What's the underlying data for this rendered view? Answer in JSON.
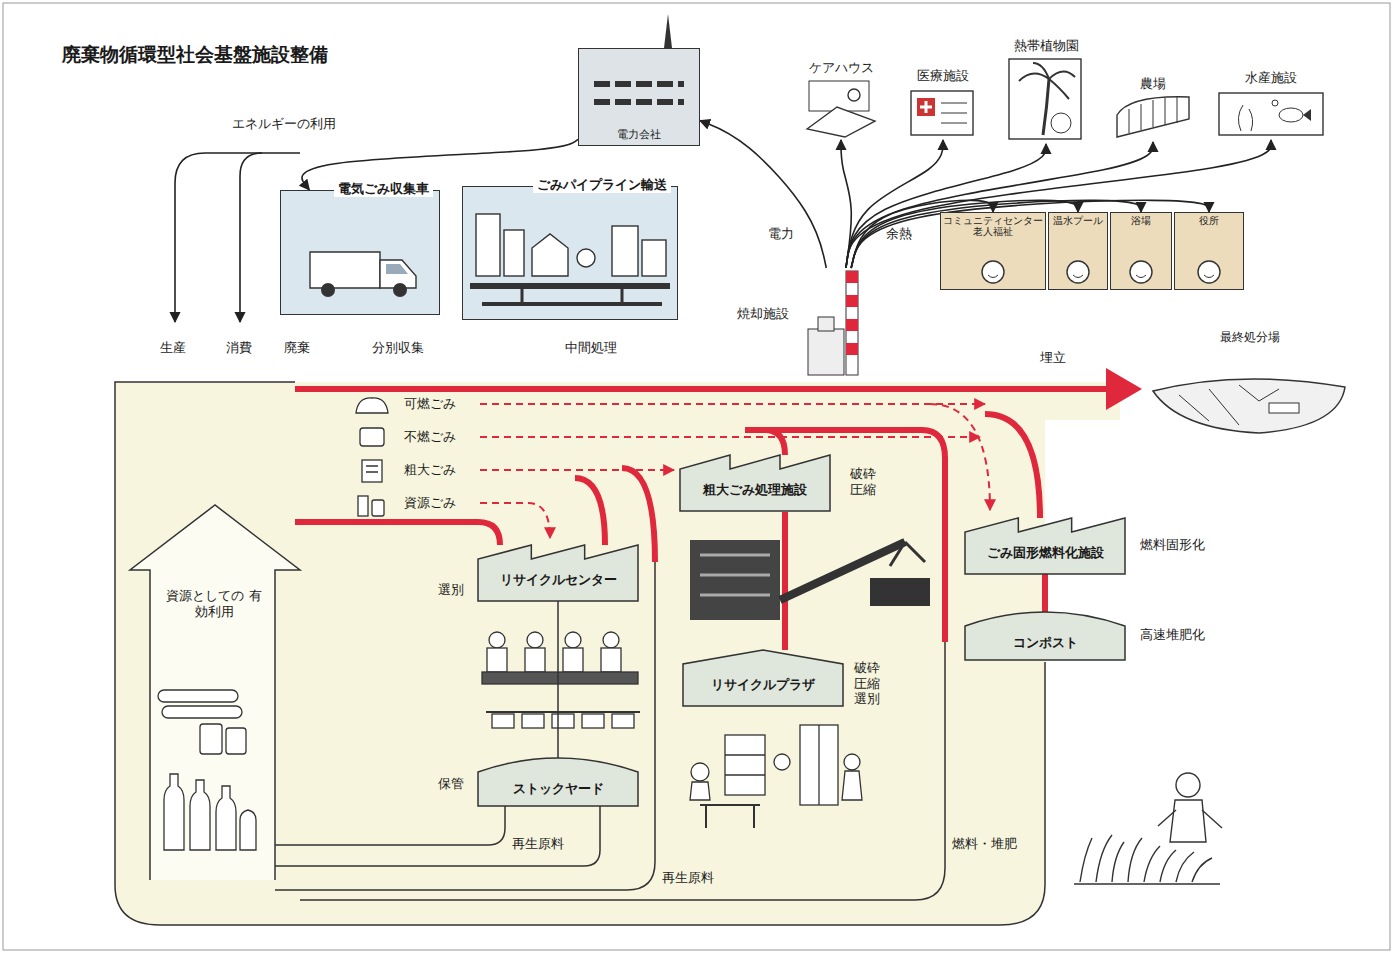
{
  "diagram": {
    "title": "廃棄物循環型社会基盤施設整備",
    "nodes": [
      {
        "text": [
          "電力会社"
        ]
      },
      {
        "text": [
          "電気ごみ収集車"
        ]
      },
      {
        "text": [
          "ごみパイプライン輸送"
        ]
      },
      {
        "text": [
          "ケアハウス"
        ]
      },
      {
        "text": [
          "医療施設"
        ]
      },
      {
        "text": [
          "熱帯植物園"
        ]
      },
      {
        "text": [
          "農場"
        ]
      },
      {
        "text": [
          "水産施設"
        ]
      },
      {
        "text": [
          "コミュニティセンター 老人福祉"
        ]
      },
      {
        "text": [
          "温水プール"
        ]
      },
      {
        "text": [
          "浴場"
        ]
      },
      {
        "text": [
          "役所"
        ]
      },
      {
        "text": [
          "焼却施設"
        ]
      },
      {
        "text": [
          "最終処分場"
        ]
      },
      {
        "text": [
          "粗大ごみ処理施設"
        ]
      },
      {
        "text": [
          "リサイクルセンター"
        ]
      },
      {
        "text": [
          "ストックヤード"
        ]
      },
      {
        "text": [
          "リサイクルプラザ"
        ]
      },
      {
        "text": [
          "ごみ固形燃料化施設"
        ]
      },
      {
        "text": [
          "コンポスト"
        ]
      }
    ],
    "edges": [
      {
        "from": 12,
        "to": 0,
        "arrow": "to"
      },
      {
        "from": 0,
        "to": 1,
        "arrow": "to"
      },
      {
        "from": 12,
        "to": 3,
        "arrow": "to"
      },
      {
        "from": 12,
        "to": 4,
        "arrow": "to"
      },
      {
        "from": 12,
        "to": 5,
        "arrow": "to"
      },
      {
        "from": 12,
        "to": 6,
        "arrow": "to"
      },
      {
        "from": 12,
        "to": 7,
        "arrow": "to"
      },
      {
        "from": 12,
        "to": 8,
        "arrow": "to"
      },
      {
        "from": 12,
        "to": 9,
        "arrow": "to"
      },
      {
        "from": 12,
        "to": 10,
        "arrow": "to"
      },
      {
        "from": 12,
        "to": 11,
        "arrow": "to"
      },
      {
        "from": 15,
        "to": 16,
        "arrow": "none"
      },
      {
        "from": 18,
        "to": 19,
        "arrow": "none"
      }
    ],
    "labels": [
      "エネルギーの利用",
      "電力",
      "余熱",
      "生産",
      "消費",
      "廃棄",
      "分別収集",
      "中間処理",
      "埋立",
      "可燃ごみ",
      "不燃ごみ",
      "粗大ごみ",
      "資源ごみ",
      "資源としての 有効利用",
      "再生原料",
      "再生原料",
      "燃料・堆肥",
      "選別",
      "破砕 圧縮",
      "保管",
      "破砕 圧縮 選別",
      "燃料固形化",
      "高速堆肥化"
    ]
  }
}
